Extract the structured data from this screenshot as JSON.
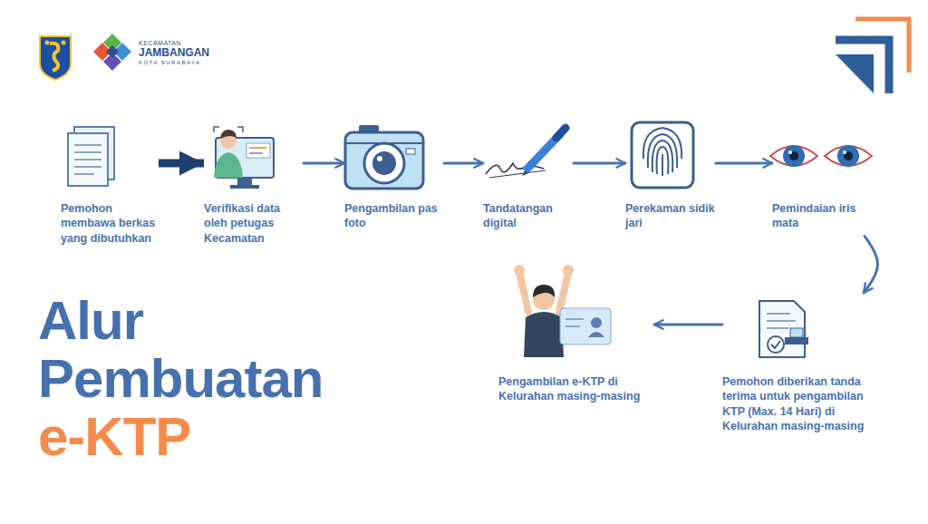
{
  "diagram": {
    "title": "Alur Pembuatan e-KTP",
    "nodes": [
      {
        "text": [
          "Pemohon membawa berkas yang dibutuhkan"
        ]
      },
      {
        "text": [
          "Verifikasi data oleh petugas Kecamatan"
        ]
      },
      {
        "text": [
          "Pengambilan pas foto"
        ]
      },
      {
        "text": [
          "Tandatangan digital"
        ]
      },
      {
        "text": [
          "Perekaman sidik jari"
        ]
      },
      {
        "text": [
          "Pemindaian iris mata"
        ]
      },
      {
        "text": [
          "Pemohon diberikan tanda terima untuk pengambilan KTP (Max. 14 Hari) di Kelurahan masing-masing"
        ]
      },
      {
        "text": [
          "Pengambilan e-KTP di Kelurahan masing-masing"
        ]
      }
    ],
    "edges": [
      {
        "from": 0,
        "to": 1,
        "arrow": "to"
      },
      {
        "from": 1,
        "to": 2,
        "arrow": "to"
      },
      {
        "from": 2,
        "to": 3,
        "arrow": "to"
      },
      {
        "from": 3,
        "to": 4,
        "arrow": "to"
      },
      {
        "from": 4,
        "to": 5,
        "arrow": "to"
      },
      {
        "from": 5,
        "to": 6,
        "arrow": "to"
      },
      {
        "from": 6,
        "to": 7,
        "arrow": "to"
      }
    ],
    "labels": [
      "KECAMATAN",
      "JAMBANGAN",
      "KOTA SURABAYA"
    ]
  }
}
